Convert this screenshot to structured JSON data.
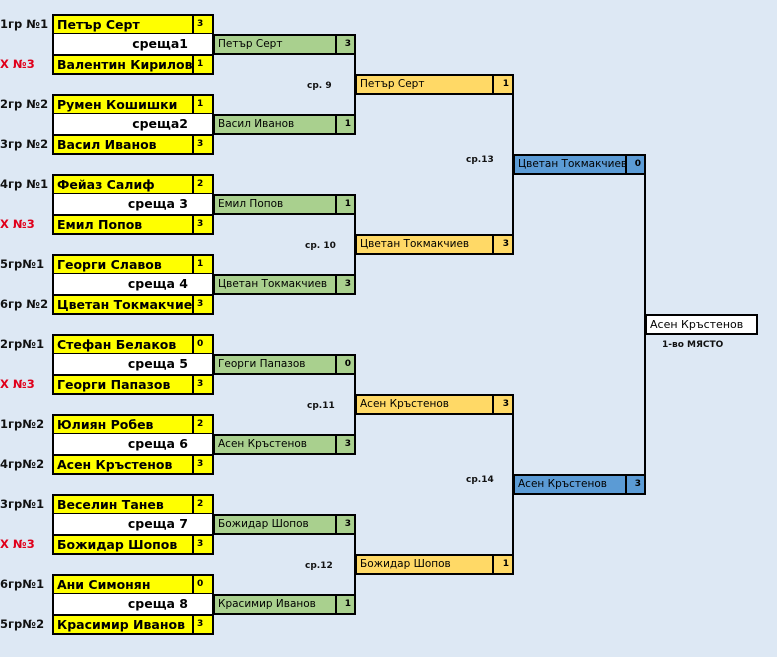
{
  "groups": [
    {
      "label": "1гр №1",
      "red": false,
      "name": "Петър Серт",
      "score": "3"
    },
    {
      "label": "Х №3",
      "red": true,
      "name": "Валентин Кирилов Ст",
      "score": "1"
    },
    {
      "label": "2гр №2",
      "red": false,
      "name": "Румен Кошишки",
      "score": "1"
    },
    {
      "label": "3гр №2",
      "red": false,
      "name": "Васил Иванов",
      "score": "3"
    },
    {
      "label": "4гр №1",
      "red": false,
      "name": "Фейаз Салиф",
      "score": "2"
    },
    {
      "label": "Х №3",
      "red": true,
      "name": "Емил Попов",
      "score": "3"
    },
    {
      "label": "5гр№1",
      "red": false,
      "name": "Георги Славов",
      "score": "1"
    },
    {
      "label": "6гр №2",
      "red": false,
      "name": "Цветан Токмакчиев",
      "score": "3"
    },
    {
      "label": "2гр№1",
      "red": false,
      "name": "Стефан Белаков",
      "score": "0"
    },
    {
      "label": "Х №3",
      "red": true,
      "name": "Георги Папазов",
      "score": "3"
    },
    {
      "label": "1гр№2",
      "red": false,
      "name": "Юлиян Робев",
      "score": "2"
    },
    {
      "label": "4гр№2",
      "red": false,
      "name": "Асен Кръстенов",
      "score": "3"
    },
    {
      "label": "3гр№1",
      "red": false,
      "name": "Веселин Танев",
      "score": "2"
    },
    {
      "label": "Х №3",
      "red": true,
      "name": "Божидар Шопов",
      "score": "3"
    },
    {
      "label": "6гр№1",
      "red": false,
      "name": "Ани Симонян",
      "score": "0"
    },
    {
      "label": "5гр№2",
      "red": false,
      "name": "Красимир Иванов",
      "score": "3"
    }
  ],
  "round1": [
    {
      "label": "среща1",
      "winner": "Петър Серт",
      "score": "3"
    },
    {
      "label": "среща2",
      "winner": "Васил Иванов",
      "score": "1"
    },
    {
      "label": "среща 3",
      "winner": "Емил Попов",
      "score": "1"
    },
    {
      "label": "среща 4",
      "winner": "Цветан Токмакчиев",
      "score": "3"
    },
    {
      "label": "среща 5",
      "winner": "Георги Папазов",
      "score": "0"
    },
    {
      "label": "среща 6",
      "winner": "Асен Кръстенов",
      "score": "3"
    },
    {
      "label": "среща 7",
      "winner": "Божидар Шопов",
      "score": "3"
    },
    {
      "label": "среща 8",
      "winner": "Красимир Иванов",
      "score": "1"
    }
  ],
  "round2": [
    {
      "label": "ср. 9",
      "winner": "Петър Серт",
      "score": "1"
    },
    {
      "label": "ср. 10",
      "winner": "Цветан Токмакчиев",
      "score": "3"
    },
    {
      "label": "ср.11",
      "winner": "Асен Кръстенов",
      "score": "3"
    },
    {
      "label": "ср.12",
      "winner": "Божидар Шопов",
      "score": "1"
    }
  ],
  "round3": [
    {
      "label": "ср.13",
      "winner": "Цветан Токмакчиев",
      "score": "0"
    },
    {
      "label": "ср.14",
      "winner": "Асен Кръстенов",
      "score": "3"
    }
  ],
  "final": {
    "winner": "Асен Кръстенов",
    "label": "1-во МЯСТО"
  },
  "colors": {
    "round1": "#a9d08e",
    "round2": "#ffd966",
    "round3": "#5b9bd5",
    "players": "#ffff00",
    "red_label": "#e0001b"
  }
}
